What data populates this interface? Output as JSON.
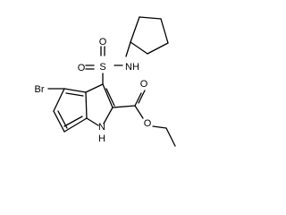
{
  "molecule": {
    "atom_labels": {
      "sulfur": "S",
      "oxygen_upper": "O",
      "oxygen_lower": "O",
      "amine": "NH",
      "bromine": "Br",
      "indole_nh": "N",
      "indole_h": "H",
      "carbonyl_oxygen": "O",
      "ester_oxygen": "O"
    }
  }
}
